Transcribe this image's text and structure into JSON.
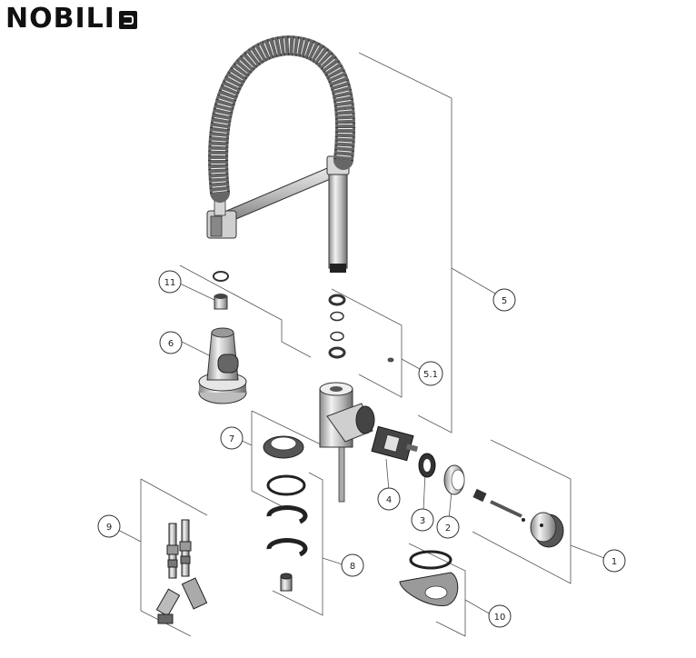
{
  "brand": {
    "name": "NOBILI"
  },
  "callouts": [
    {
      "id": "1",
      "label": "1"
    },
    {
      "id": "2",
      "label": "2"
    },
    {
      "id": "3",
      "label": "3"
    },
    {
      "id": "4",
      "label": "4"
    },
    {
      "id": "5",
      "label": "5"
    },
    {
      "id": "5.1",
      "label": "5.1"
    },
    {
      "id": "6",
      "label": "6"
    },
    {
      "id": "7",
      "label": "7"
    },
    {
      "id": "8",
      "label": "8"
    },
    {
      "id": "9",
      "label": "9"
    },
    {
      "id": "10",
      "label": "10"
    },
    {
      "id": "11",
      "label": "11"
    }
  ]
}
